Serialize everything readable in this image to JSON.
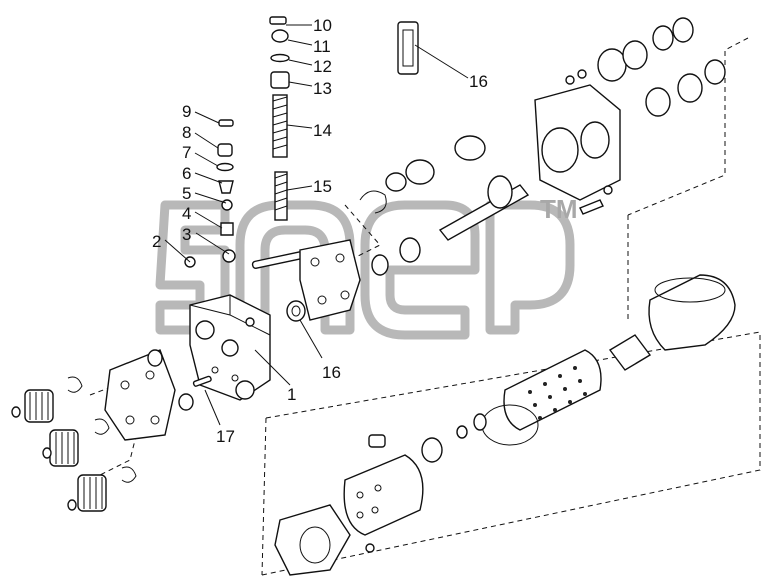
{
  "callouts": {
    "c1": "1",
    "c2": "2",
    "c3": "3",
    "c4": "4",
    "c5": "5",
    "c6": "6",
    "c7": "7",
    "c8": "8",
    "c9": "9",
    "c10": "10",
    "c11": "11",
    "c12": "12",
    "c13": "13",
    "c14": "14",
    "c15": "15",
    "c16a": "16",
    "c16b": "16",
    "c17": "17"
  },
  "watermark": {
    "trademark": "TM"
  }
}
